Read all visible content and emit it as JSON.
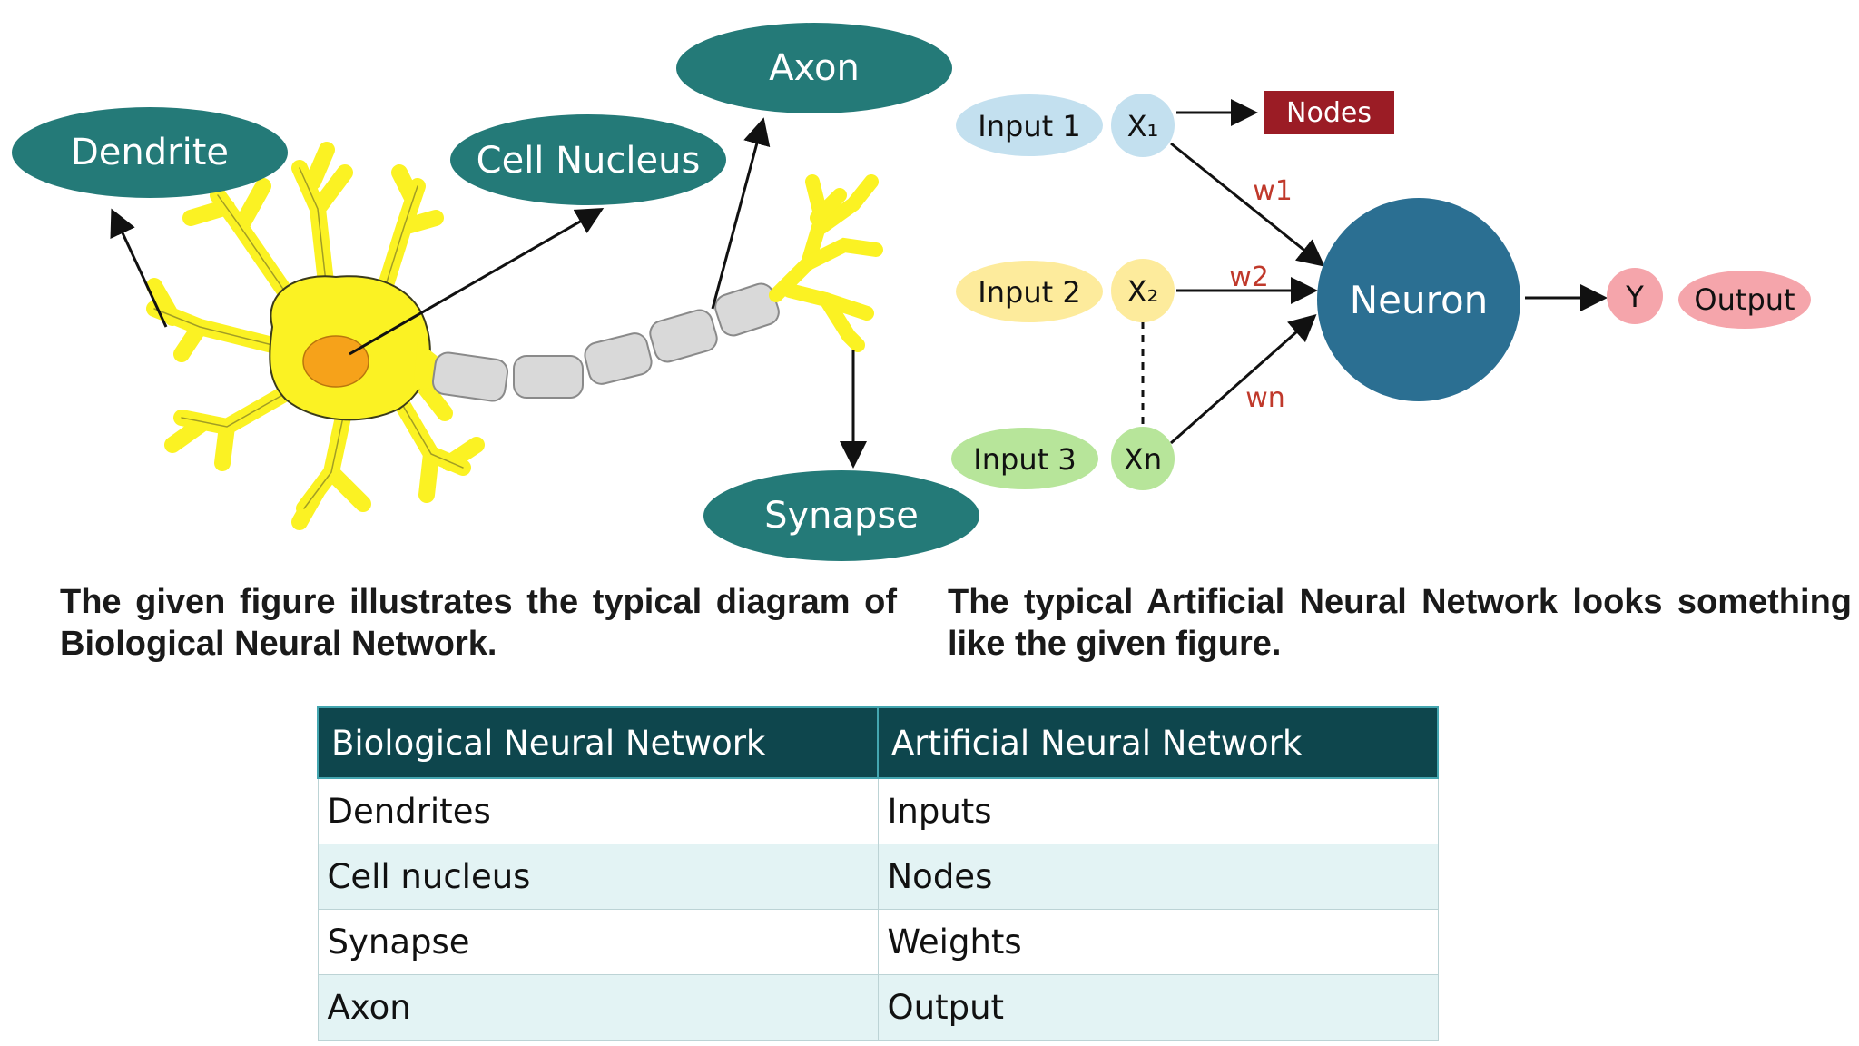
{
  "biological": {
    "labels": {
      "dendrite": "Dendrite",
      "cell_nucleus": "Cell Nucleus",
      "axon": "Axon",
      "synapse": "Synapse"
    },
    "colors": {
      "label_fill": "#247a78",
      "neuron_body": "#fbf223",
      "neuron_outline": "#3a3a1a",
      "nucleus": "#f6a21a",
      "myelin": "#d8d8d8"
    }
  },
  "artificial": {
    "inputs": [
      {
        "label": "Input 1",
        "node": "X₁",
        "color": "#c3e0ef"
      },
      {
        "label": "Input 2",
        "node": "X₂",
        "color": "#fdeb9c"
      },
      {
        "label": "Input 3",
        "node": "Xn",
        "color": "#b7e59a"
      }
    ],
    "weights": [
      "w1",
      "w2",
      "wn"
    ],
    "nodes_label": "Nodes",
    "neuron_label": "Neuron",
    "output_node": "Y",
    "output_label": "Output",
    "colors": {
      "neuron": "#2b6f92",
      "nodes_box": "#9b1c25",
      "weight_text": "#c0392b",
      "output": "#f5a5ab"
    }
  },
  "captions": {
    "left": "The given figure illustrates the typical diagram of Biological Neural Network.",
    "right": "The typical Artificial Neural Network looks something like the given figure."
  },
  "table": {
    "headers": [
      "Biological Neural Network",
      "Artificial Neural Network"
    ],
    "rows": [
      [
        "Dendrites",
        "Inputs"
      ],
      [
        "Cell nucleus",
        "Nodes"
      ],
      [
        "Synapse",
        "Weights"
      ],
      [
        "Axon",
        "Output"
      ]
    ]
  }
}
